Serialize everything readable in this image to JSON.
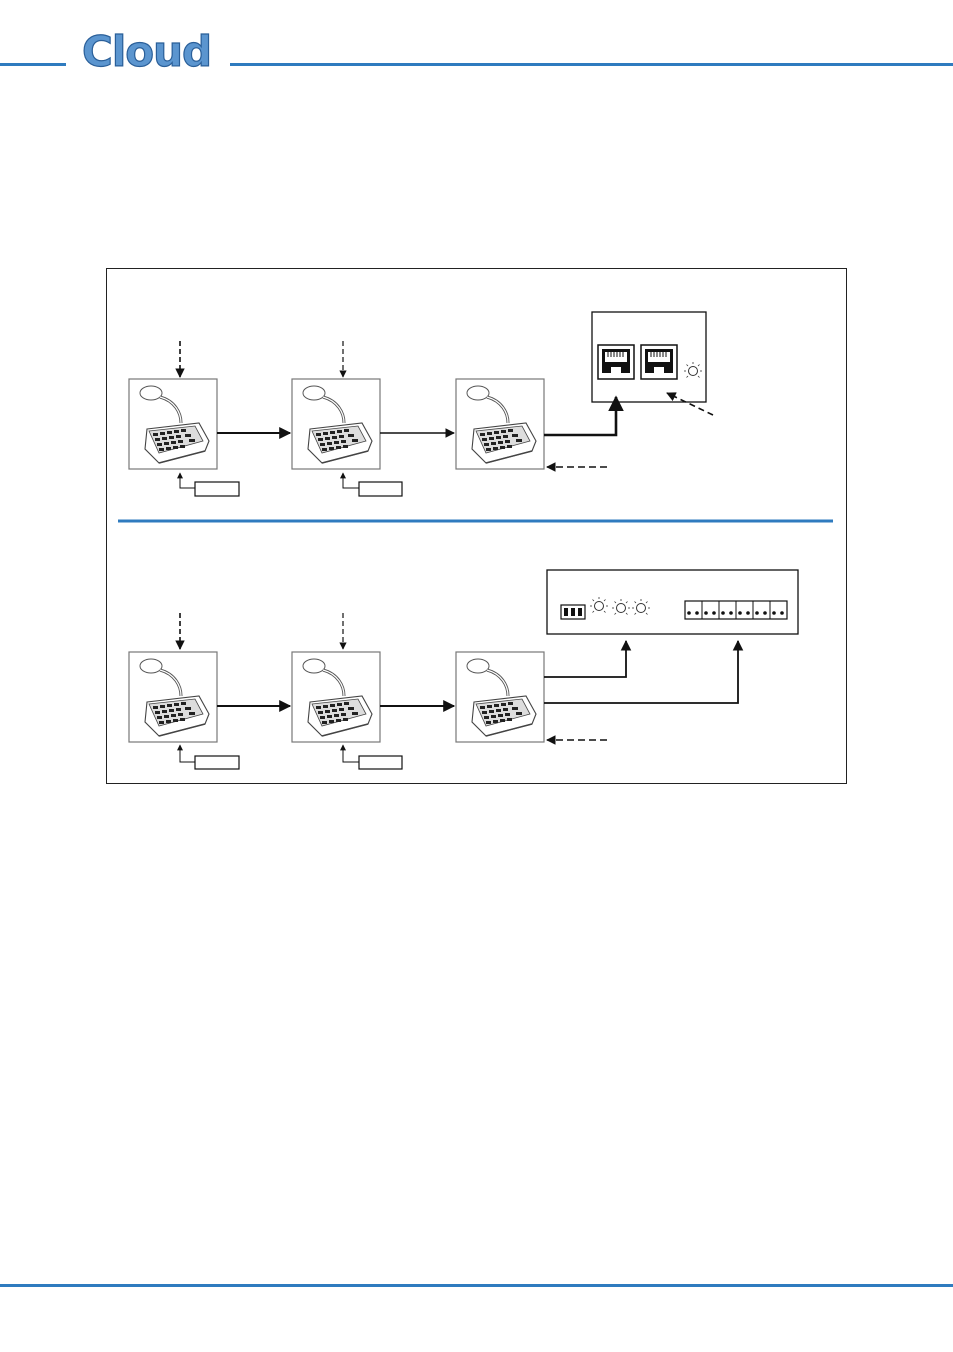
{
  "header": {
    "logo_text": "Cloud",
    "accent_color": "#2f7bbf",
    "logo_color": "#5b95cf"
  },
  "figure": {
    "top_diagram": {
      "paging_stations": 3,
      "interface": "rj45-socket-panel",
      "arrow_style": "solid chain, dashed inputs"
    },
    "bottom_diagram": {
      "paging_stations": 3,
      "interface": "terminal-block-panel",
      "arrow_style": "solid chain, dashed inputs"
    },
    "divider_color": "#2f7bbf"
  },
  "footer": {
    "rule_color": "#2f7bbf"
  }
}
